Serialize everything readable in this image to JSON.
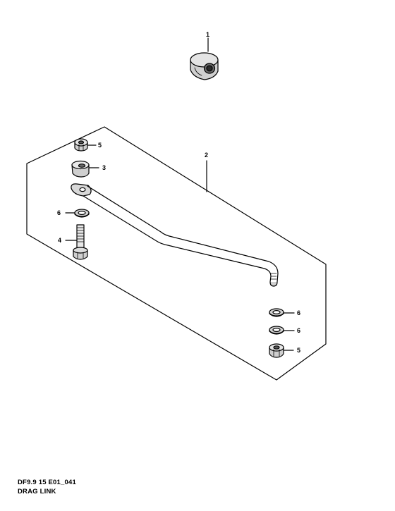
{
  "callouts": {
    "c1": "1",
    "c2": "2",
    "c3": "3",
    "c4": "4",
    "c5a": "5",
    "c5b": "5",
    "c6a": "6",
    "c6b": "6",
    "c6c": "6"
  },
  "caption": {
    "code": "DF9.9 15 E01_041",
    "title": "DRAG LINK"
  },
  "colors": {
    "line": "#000000",
    "background": "#ffffff",
    "part_shade": "#bfbfbf"
  }
}
